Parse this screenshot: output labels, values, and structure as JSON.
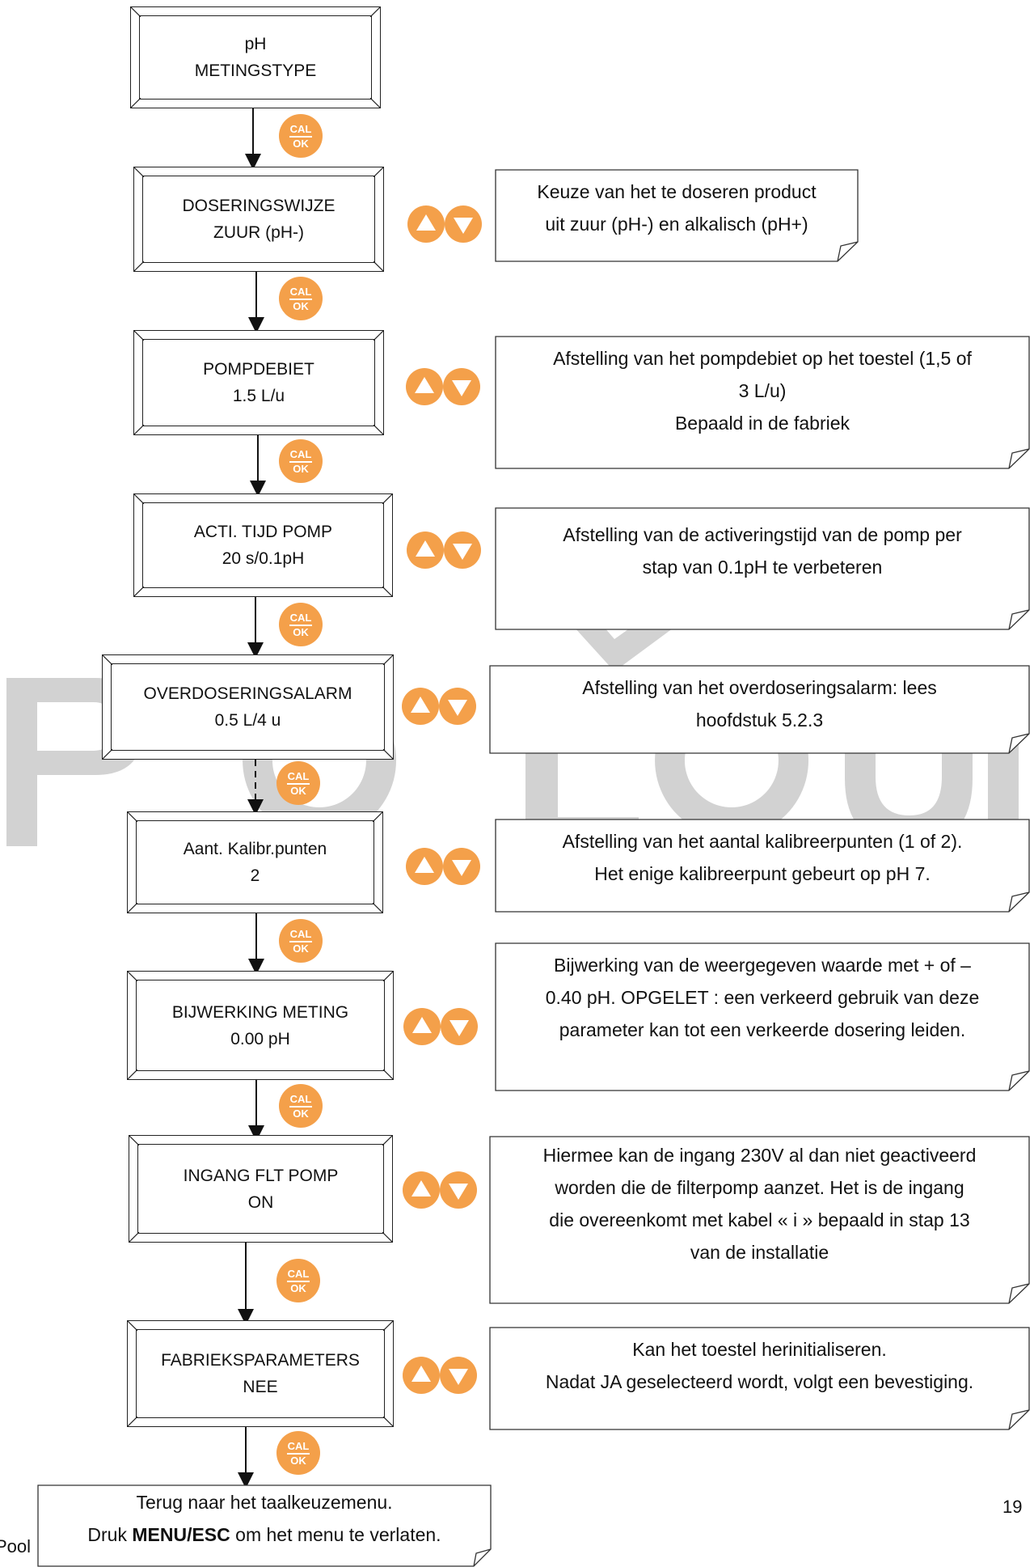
{
  "watermark": "POOLQUIP",
  "steps": [
    {
      "line1": "pH",
      "line2": "METINGSTYPE"
    },
    {
      "line1": "DOSERINGSWIJZE",
      "line2": "ZUUR (pH-)"
    },
    {
      "line1": "POMPDEBIET",
      "line2": "1.5 L/u"
    },
    {
      "line1": "ACTI. TIJD POMP",
      "line2": "20 s/0.1pH"
    },
    {
      "line1": "OVERDOSERINGSALARM",
      "line2": "0.5 L/4 u"
    },
    {
      "line1": "Aant. Kalibr.punten",
      "line2": "2"
    },
    {
      "line1": "BIJWERKING METING",
      "line2": "0.00 pH"
    },
    {
      "line1": "INGANG FLT POMP",
      "line2": "ON"
    },
    {
      "line1": "FABRIEKSPARAMETERS",
      "line2": "NEE"
    }
  ],
  "notes": [
    {
      "lines": [
        "Keuze van het te doseren product",
        "uit zuur (pH-) en alkalisch (pH+)"
      ]
    },
    {
      "lines": [
        "Afstelling van het pompdebiet op het toestel (1,5 of",
        "3 L/u)",
        "Bepaald in de fabriek"
      ]
    },
    {
      "lines": [
        "Afstelling van de activeringstijd van de pomp per",
        "stap van 0.1pH te verbeteren"
      ]
    },
    {
      "lines": [
        "Afstelling van het overdoseringsalarm: lees",
        "hoofdstuk 5.2.3"
      ]
    },
    {
      "lines": [
        "Afstelling van het aantal kalibreerpunten (1 of 2).",
        "Het enige kalibreerpunt gebeurt op pH 7."
      ]
    },
    {
      "lines": [
        "Bijwerking van de weergegeven waarde met + of –",
        "0.40 pH. OPGELET : een verkeerd gebruik van deze",
        "parameter kan tot een verkeerde dosering leiden."
      ]
    },
    {
      "lines": [
        "Hiermee kan de ingang 230V al dan niet geactiveerd",
        "worden die de filterpomp aanzet. Het is de ingang",
        "die overeenkomt met kabel « i » bepaald in stap 13",
        "van de installatie"
      ]
    },
    {
      "lines": [
        "Kan het toestel herinitialiseren.",
        "Nadat JA geselecteerd wordt, volgt een bevestiging."
      ]
    }
  ],
  "final": {
    "line1": "Terug naar het taalkeuzemenu.",
    "line2_pre": "Druk ",
    "line2_bold": "MENU/ESC",
    "line2_post": " om het menu te verlaten."
  },
  "cal_button": {
    "top": "CAL",
    "bottom": "OK"
  },
  "footer_left": "Pool",
  "page_number": "19",
  "colors": {
    "button_orange": "#f4a04a",
    "watermark_gray": "#c8c8c8"
  }
}
